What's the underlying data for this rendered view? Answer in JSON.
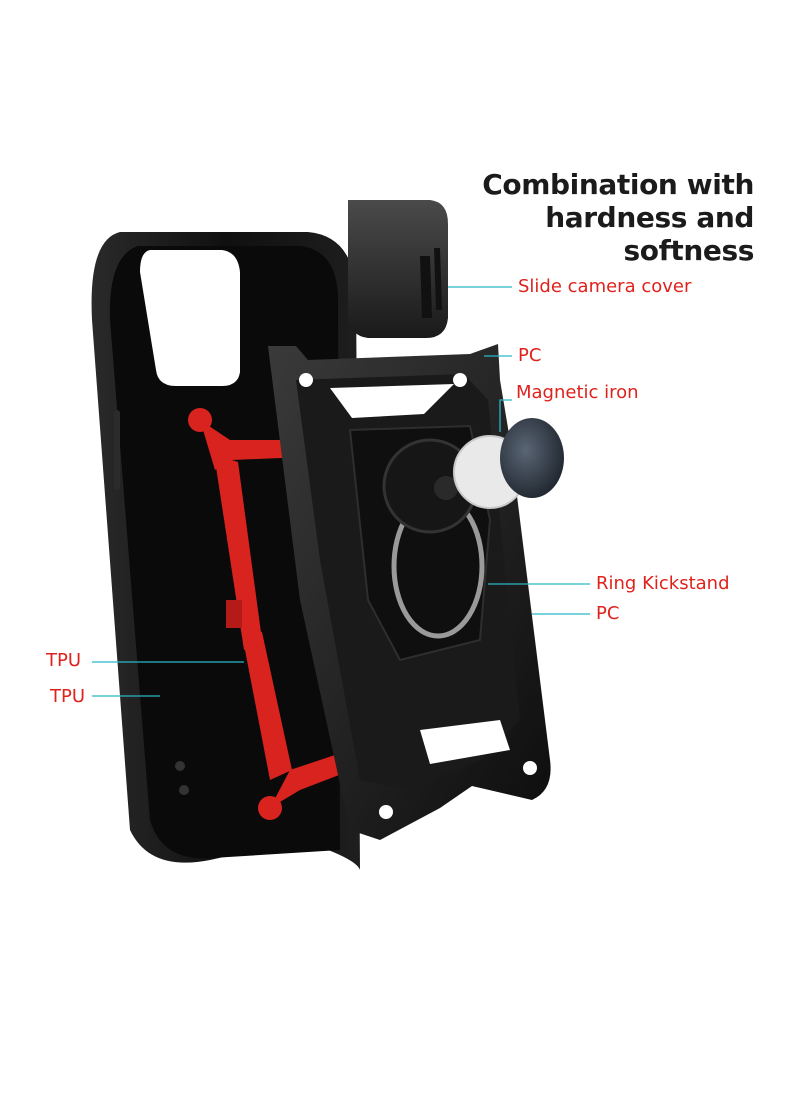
{
  "headline": {
    "line1": "Combination with",
    "line2": "hardness and softness"
  },
  "callouts": [
    {
      "label": "Slide camera cover"
    },
    {
      "label": "PC"
    },
    {
      "label": "Magnetic iron"
    },
    {
      "label": "Ring  Kickstand"
    },
    {
      "label": "PC"
    },
    {
      "label": "TPU"
    },
    {
      "label": "TPU"
    }
  ],
  "colors": {
    "label_text": "#e0221c",
    "leader_line": "#2bb6c8",
    "headline_text": "#1b1b1b",
    "case_black": "#141414",
    "tpu_red": "#d8231f",
    "magnet_silver": "#e9e9e9"
  }
}
